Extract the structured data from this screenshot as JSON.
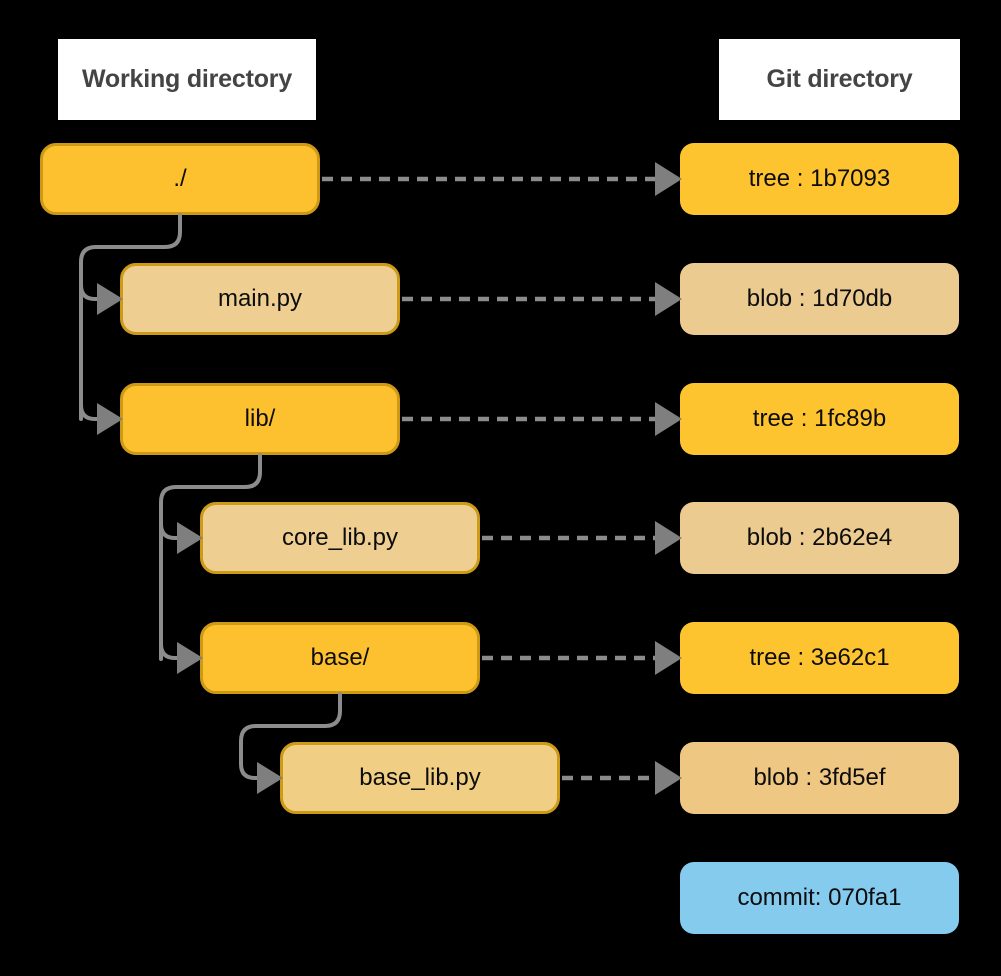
{
  "diagram": {
    "title_left": "Working directory",
    "title_right": "Git directory",
    "background_color": "#000000",
    "colors": {
      "tree_fill": "#fdc130",
      "blob_fill": "#eecf91",
      "commit_fill": "#85cbee",
      "border": "#cc9a14",
      "connector": "#8c8c8c",
      "arrow": "#7f7f7f",
      "title_plate": "#ffffff",
      "title_text": "#444444",
      "node_text": "#0d0d0d"
    }
  },
  "working_directory": {
    "nodes": [
      {
        "id": "root",
        "label": "./",
        "kind": "tree",
        "depth": 0
      },
      {
        "id": "mainpy",
        "label": "main.py",
        "kind": "blob",
        "depth": 1
      },
      {
        "id": "lib",
        "label": "lib/",
        "kind": "tree",
        "depth": 1
      },
      {
        "id": "corelib",
        "label": "core_lib.py",
        "kind": "blob",
        "depth": 2
      },
      {
        "id": "base",
        "label": "base/",
        "kind": "tree",
        "depth": 2
      },
      {
        "id": "baselib",
        "label": "base_lib.py",
        "kind": "blob2",
        "depth": 3
      }
    ]
  },
  "git_directory": {
    "nodes": [
      {
        "id": "gtree1",
        "label": "tree : 1b7093",
        "kind": "tree"
      },
      {
        "id": "gblob1",
        "label": "blob : 1d70db",
        "kind": "blob"
      },
      {
        "id": "gtree2",
        "label": "tree : 1fc89b",
        "kind": "tree"
      },
      {
        "id": "gblob2",
        "label": "blob : 2b62e4",
        "kind": "blob"
      },
      {
        "id": "gtree3",
        "label": "tree : 3e62c1",
        "kind": "tree"
      },
      {
        "id": "gblob3",
        "label": "blob : 3fd5ef",
        "kind": "blob2"
      },
      {
        "id": "gcommit",
        "label": "commit: 070fa1",
        "kind": "commit"
      }
    ]
  },
  "mappings": [
    {
      "from": "root",
      "to": "gtree1"
    },
    {
      "from": "mainpy",
      "to": "gblob1"
    },
    {
      "from": "lib",
      "to": "gtree2"
    },
    {
      "from": "corelib",
      "to": "gblob2"
    },
    {
      "from": "base",
      "to": "gtree3"
    },
    {
      "from": "baselib",
      "to": "gblob3"
    }
  ]
}
